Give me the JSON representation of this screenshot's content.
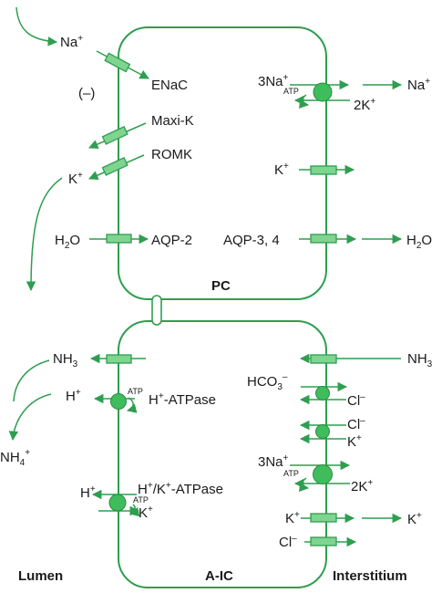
{
  "colors": {
    "membrane": "#2e9e4f",
    "channel_fill": "#7fd48f",
    "pump_fill": "#3fbd5c",
    "text": "#1a1a1a"
  },
  "pc": {
    "cell_label": "PC",
    "lumen_na": {
      "base": "Na",
      "sup": "+"
    },
    "enac": "ENaC",
    "charge": "(–)",
    "maxik": "Maxi-K",
    "romk": "ROMK",
    "lumen_k": {
      "base": "K",
      "sup": "+"
    },
    "lumen_h2o": {
      "base": "H",
      "sub": "2",
      "tail": "O"
    },
    "aqp2": "AQP-2",
    "pump_na": {
      "base": "3Na",
      "sup": "+"
    },
    "pump_atp": "ATP",
    "pump_k": {
      "base": "2K",
      "sup": "+"
    },
    "interstitium_na": {
      "base": "Na",
      "sup": "+"
    },
    "basolateral_k": {
      "base": "K",
      "sup": "+"
    },
    "aqp34": "AQP-3, 4",
    "interstitium_h2o": {
      "base": "H",
      "sub": "2",
      "tail": "O"
    }
  },
  "aic": {
    "cell_label": "A-IC",
    "lumen_nh3": {
      "base": "NH",
      "sub": "3"
    },
    "lumen_h": {
      "base": "H",
      "sup": "+"
    },
    "lumen_nh4": {
      "base": "NH",
      "sub": "4",
      "sup": "+"
    },
    "h_atpase_atp": "ATP",
    "h_atpase": {
      "pre": "H",
      "sup": "+",
      "post": "-ATPase"
    },
    "hk_lumen_h": {
      "base": "H",
      "sup": "+"
    },
    "hk_atpase": {
      "pre": "H",
      "sup1": "+",
      "mid": "/K",
      "sup2": "+",
      "post": "-ATPase"
    },
    "hk_atp": "ATP",
    "hk_k": {
      "base": "K",
      "sup": "+"
    },
    "interstitium_nh3": {
      "base": "NH",
      "sub": "3"
    },
    "hco3": {
      "base": "HCO",
      "sub": "3",
      "sup": "–"
    },
    "cl1": {
      "base": "Cl",
      "sup": "–"
    },
    "cl2": {
      "base": "Cl",
      "sup": "–"
    },
    "k_cotrans": {
      "base": "K",
      "sup": "+"
    },
    "pump_na": {
      "base": "3Na",
      "sup": "+"
    },
    "pump_atp": "ATP",
    "pump_k": {
      "base": "2K",
      "sup": "+"
    },
    "basolateral_k": {
      "base": "K",
      "sup": "+"
    },
    "interstitium_k": {
      "base": "K",
      "sup": "+"
    },
    "basolateral_cl": {
      "base": "Cl",
      "sup": "–"
    }
  },
  "labels": {
    "lumen": "Lumen",
    "interstitium": "Interstitium"
  }
}
